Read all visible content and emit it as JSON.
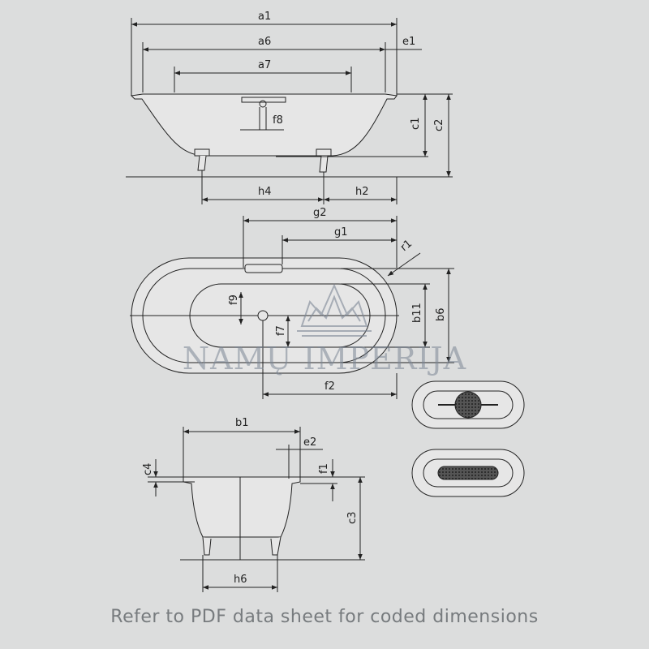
{
  "labels": {
    "a1": "a1",
    "a6": "a6",
    "a7": "a7",
    "e1": "e1",
    "f8": "f8",
    "c1": "c1",
    "c2": "c2",
    "h4": "h4",
    "h2": "h2",
    "g2": "g2",
    "g1": "g1",
    "r1": "r1",
    "f9": "f9",
    "f7": "f7",
    "b11": "b11",
    "b6": "b6",
    "f2": "f2",
    "b1": "b1",
    "e2": "e2",
    "c4": "c4",
    "f1": "f1",
    "c3": "c3",
    "h6": "h6"
  },
  "watermark": "NAMŲ IMPERIJA",
  "footer": "Refer to PDF data sheet for coded dimensions",
  "colors": {
    "background": "#dcdddd",
    "line": "#222222",
    "tub_fill": "#e6e6e6",
    "mesh": "#333333",
    "watermark": "#7c8795",
    "footer": "#777b7e"
  },
  "icons": [
    "crown-logo-icon"
  ]
}
